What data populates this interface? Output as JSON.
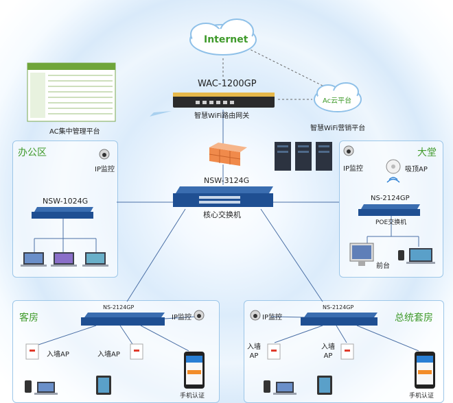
{
  "internet": "Internet",
  "gateway": {
    "model": "WAC-1200GP",
    "caption": "智慧WiFi路由网关"
  },
  "ac_platform": {
    "caption": "AC集中管理平台"
  },
  "cloud_platform": {
    "label": "Ac云平台",
    "caption": "智慧WiFi营销平台"
  },
  "core": {
    "model": "NSW-3124G",
    "caption": "核心交换机"
  },
  "office": {
    "title": "办公区",
    "camera": "IP监控",
    "switch": "NSW-1024G"
  },
  "lobby": {
    "title": "大堂",
    "camera": "IP监控",
    "ceiling_ap": "吸顶AP",
    "switch": "NS-2124GP",
    "switch_caption": "POE交换机",
    "desk": "前台"
  },
  "guest": {
    "title": "客房",
    "switch": "NS-2124GP",
    "camera": "IP监控",
    "ap1": "入墙AP",
    "ap2": "入墙AP",
    "phone_caption": "手机认证"
  },
  "suite": {
    "title": "总统套房",
    "switch": "NS-2124GP",
    "camera": "IP监控",
    "ap1": "入墙\nAP",
    "ap2": "入墙\nAP",
    "phone_caption": "手机认证"
  },
  "colors": {
    "accent_green": "#3f9a2a",
    "zone_border": "#9cc6e8",
    "line": "#4a6fa5"
  }
}
